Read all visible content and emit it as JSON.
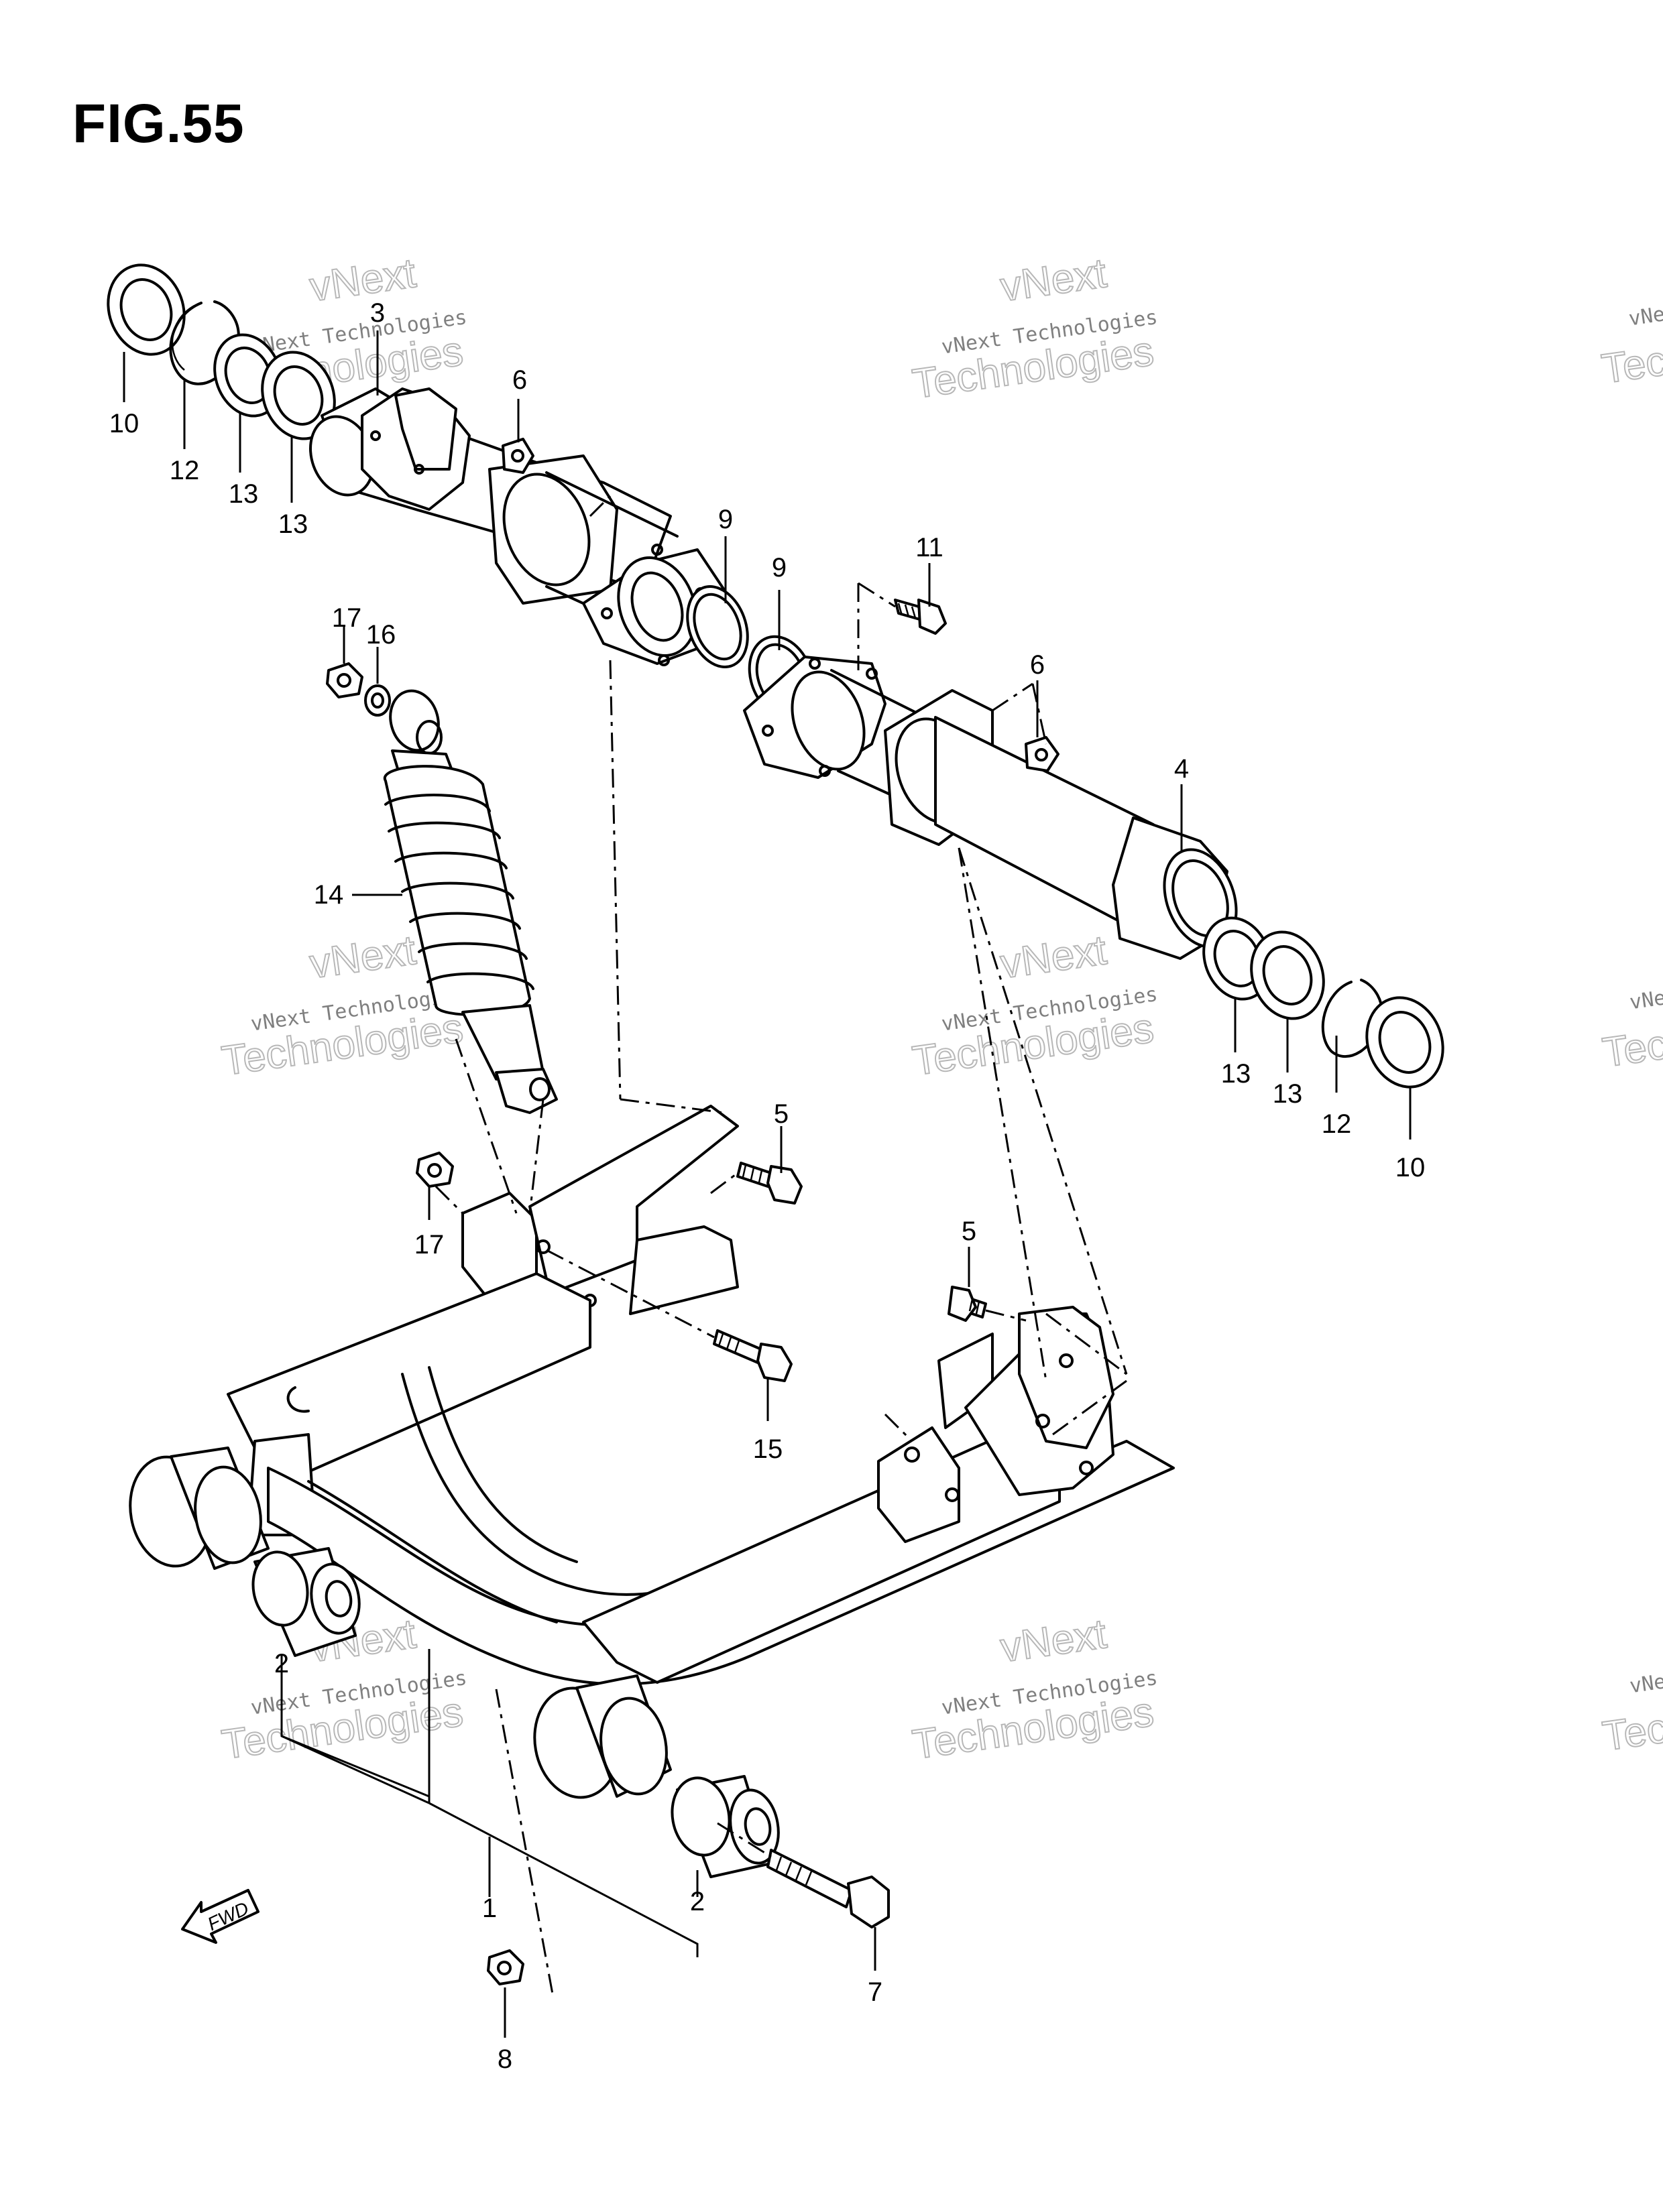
{
  "figure": {
    "title": "FIG.55"
  },
  "watermark": {
    "line1": "vNext",
    "line2": "vNext Technologies",
    "line3": "Technologies"
  },
  "direction_marker": {
    "label": "FWD",
    "icon": "forward-arrow-icon"
  },
  "callouts": [
    {
      "id": "c10a",
      "label": "10"
    },
    {
      "id": "c12a",
      "label": "12"
    },
    {
      "id": "c13a",
      "label": "13"
    },
    {
      "id": "c13b",
      "label": "13"
    },
    {
      "id": "c3",
      "label": "3"
    },
    {
      "id": "c6a",
      "label": "6"
    },
    {
      "id": "c9a",
      "label": "9"
    },
    {
      "id": "c9b",
      "label": "9"
    },
    {
      "id": "c11",
      "label": "11"
    },
    {
      "id": "c6b",
      "label": "6"
    },
    {
      "id": "c4",
      "label": "4"
    },
    {
      "id": "c17a",
      "label": "17"
    },
    {
      "id": "c16",
      "label": "16"
    },
    {
      "id": "c14",
      "label": "14"
    },
    {
      "id": "c13c",
      "label": "13"
    },
    {
      "id": "c13d",
      "label": "13"
    },
    {
      "id": "c12b",
      "label": "12"
    },
    {
      "id": "c10b",
      "label": "10"
    },
    {
      "id": "c5a",
      "label": "5"
    },
    {
      "id": "c17b",
      "label": "17"
    },
    {
      "id": "c5b",
      "label": "5"
    },
    {
      "id": "c15",
      "label": "15"
    },
    {
      "id": "c2a",
      "label": "2"
    },
    {
      "id": "c1",
      "label": "1"
    },
    {
      "id": "c2b",
      "label": "2"
    },
    {
      "id": "c7",
      "label": "7"
    },
    {
      "id": "c8",
      "label": "8"
    }
  ]
}
